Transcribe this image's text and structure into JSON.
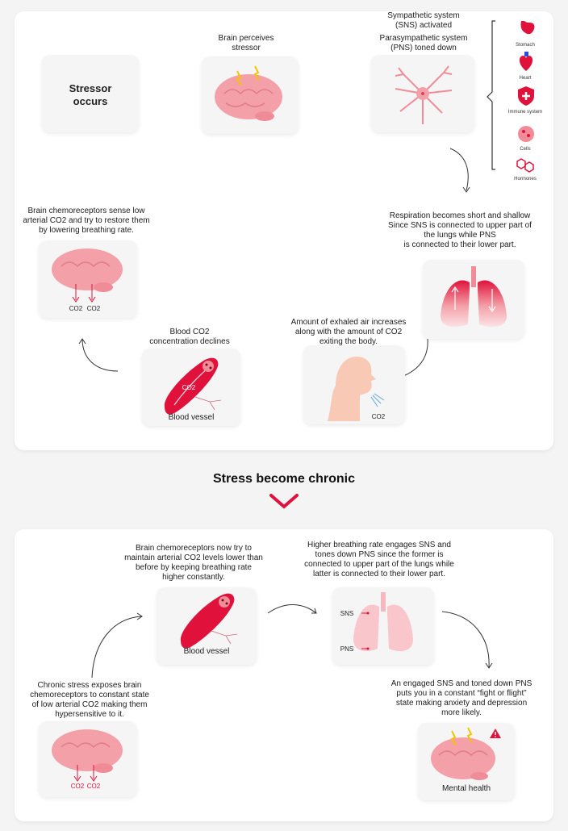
{
  "top": {
    "stressor_card": "Stressor\noccurs",
    "brain_perceives": "Brain perceives\nstressor",
    "sns_activated": "Sympathetic system\n(SNS) activated",
    "pns_toned": "Parasympathetic system\n(PNS) toned down",
    "organs": [
      "Stomach",
      "Heart",
      "Immune system",
      "Cells",
      "Hormones"
    ],
    "respiration": "Respiration becomes short and shallow\nSince SNS is connected to upper part of\nthe lungs while PNS\nis connected to their lower part.",
    "exhaled": "Amount of exhaled air increases\nalong with the amount of CO2\nexiting the body.",
    "exhaled_co2": "CO2",
    "blood_co2": "Blood CO2\nconcentration declines",
    "vessel_co2": "CO2",
    "blood_vessel": "Blood vessel",
    "chemoreceptors": "Brain chemoreceptors sense low\narterial CO2 and try to restore them\nby lowering breathing rate.",
    "brain_co2_a": "CO2",
    "brain_co2_b": "CO2"
  },
  "section_title": "Stress become chronic",
  "bottom": {
    "maintain": "Brain chemoreceptors now try to\nmaintain arterial CO2 levels lower than\nbefore by keeping breathing rate\nhigher constantly.",
    "blood_vessel": "Blood vessel",
    "higher_rate": "Higher breathing rate engages SNS and\ntones down PNS since the former is\nconnected to upper part of the lungs while\nlatter is connected to their lower part.",
    "sns": "SNS",
    "pns": "PNS",
    "chronic": "Chronic stress exposes brain\nchemoreceptors to constant state\nof low arterial CO2 making them\nhypersensitive to it.",
    "brain_co2_a": "CO2",
    "brain_co2_b": "CO2",
    "engaged": "An engaged SNS and toned down PNS\nputs you in a constant “fight or flight”\nstate making anxiety and depression\nmore likely.",
    "mental_health": "Mental health"
  },
  "colors": {
    "accent": "#e0123c",
    "pink": "#f4a0a8",
    "card": "#f5f5f6"
  }
}
